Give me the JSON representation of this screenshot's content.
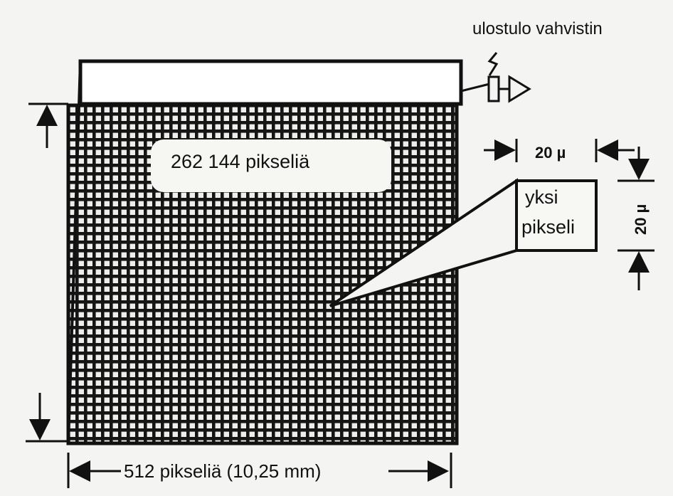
{
  "labels": {
    "amplifier": "ulostulo vahvistin",
    "pixel_count": "262 144 pikseliä",
    "pixel_line1": "yksi",
    "pixel_line2": "pikseli",
    "pixel_width": "20 µ",
    "pixel_height": "20 µ",
    "width_dimension": "512 pikseliä (10,25 mm)"
  },
  "colors": {
    "ink": "#111111",
    "paper": "#f4f4f2",
    "grid_cell": "#f0f0ec"
  },
  "icons": {
    "amplifier": "amplifier-triangle-icon"
  }
}
